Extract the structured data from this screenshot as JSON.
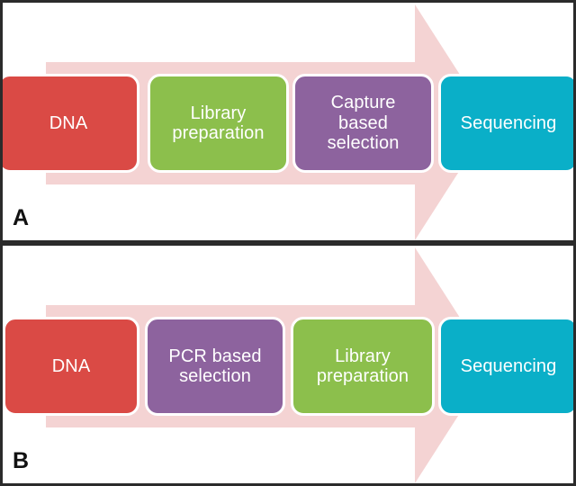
{
  "figure": {
    "colors": {
      "dna": "#da4a45",
      "library": "#8cbf4c",
      "selection": "#8d639e",
      "sequencing": "#0aafc8",
      "arrow": "#f4d3d3",
      "border": "#2b2b2b",
      "box_outline": "#ffffff",
      "label_text": "#111111",
      "box_text": "#ffffff",
      "background": "#ffffff"
    },
    "panels": [
      {
        "letter": "A",
        "arrow_name": "workflow-arrow",
        "steps": [
          {
            "label": "DNA",
            "color_key": "dna"
          },
          {
            "label": "Library\npreparation",
            "color_key": "library"
          },
          {
            "label": "Capture\nbased\nselection",
            "color_key": "selection"
          },
          {
            "label": "Sequencing",
            "color_key": "sequencing"
          }
        ]
      },
      {
        "letter": "B",
        "arrow_name": "workflow-arrow",
        "steps": [
          {
            "label": "DNA",
            "color_key": "dna"
          },
          {
            "label": "PCR based\nselection",
            "color_key": "selection"
          },
          {
            "label": "Library\npreparation",
            "color_key": "library"
          },
          {
            "label": "Sequencing",
            "color_key": "sequencing"
          }
        ]
      }
    ]
  }
}
